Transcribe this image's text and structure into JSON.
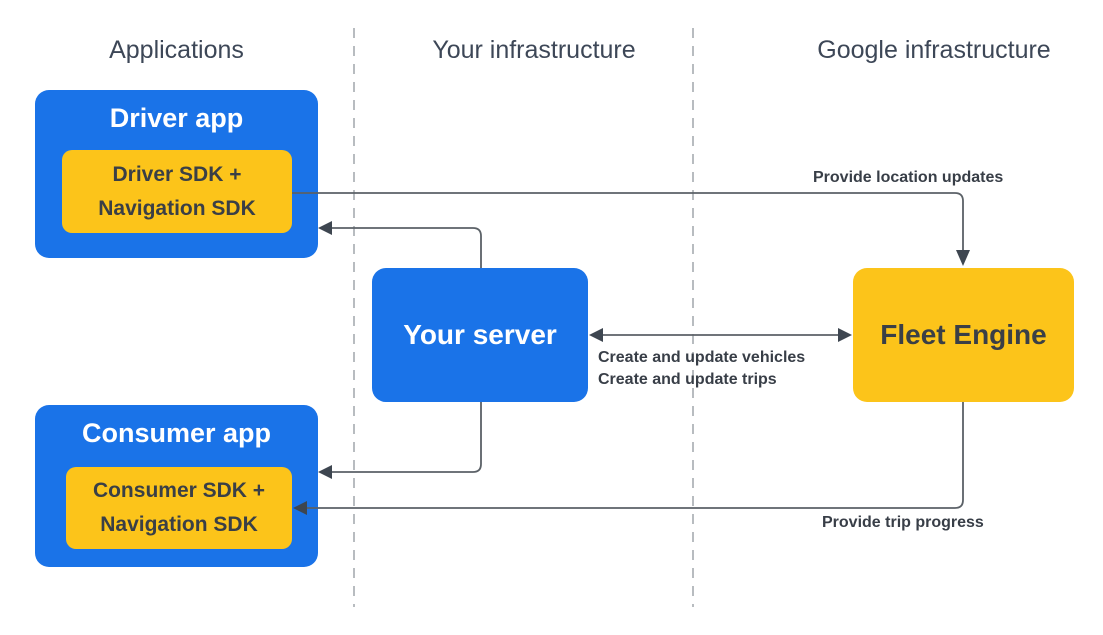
{
  "headers": {
    "applications": "Applications",
    "your_infrastructure": "Your infrastructure",
    "google_infrastructure": "Google infrastructure"
  },
  "nodes": {
    "driver_app": {
      "title": "Driver app",
      "sdk_line1": "Driver SDK +",
      "sdk_line2": "Navigation SDK"
    },
    "consumer_app": {
      "title": "Consumer app",
      "sdk_line1": "Consumer SDK +",
      "sdk_line2": "Navigation SDK"
    },
    "your_server": {
      "title": "Your server"
    },
    "fleet_engine": {
      "title": "Fleet Engine"
    }
  },
  "edges": {
    "location_updates": {
      "label": "Provide location updates",
      "from": "driver_app",
      "to": "fleet_engine"
    },
    "server_fleet": {
      "labels": [
        "Create and update vehicles",
        "Create and update trips"
      ],
      "from": "your_server",
      "to": "fleet_engine",
      "direction": "bidirectional"
    },
    "server_driver": {
      "label": "",
      "from": "your_server",
      "to": "driver_app"
    },
    "server_consumer": {
      "label": "",
      "from": "your_server",
      "to": "consumer_app"
    },
    "trip_progress": {
      "label": "Provide trip progress",
      "from": "fleet_engine",
      "to": "consumer_app"
    }
  },
  "colors": {
    "blue": "#1A73E8",
    "yellow": "#FCC41A",
    "line": "#5B6167",
    "arrow": "#3E4650",
    "dash": "#A7ABB0",
    "header_text": "#3D4757",
    "label_text": "#383E47",
    "sdk_text": "#3A3F46"
  }
}
